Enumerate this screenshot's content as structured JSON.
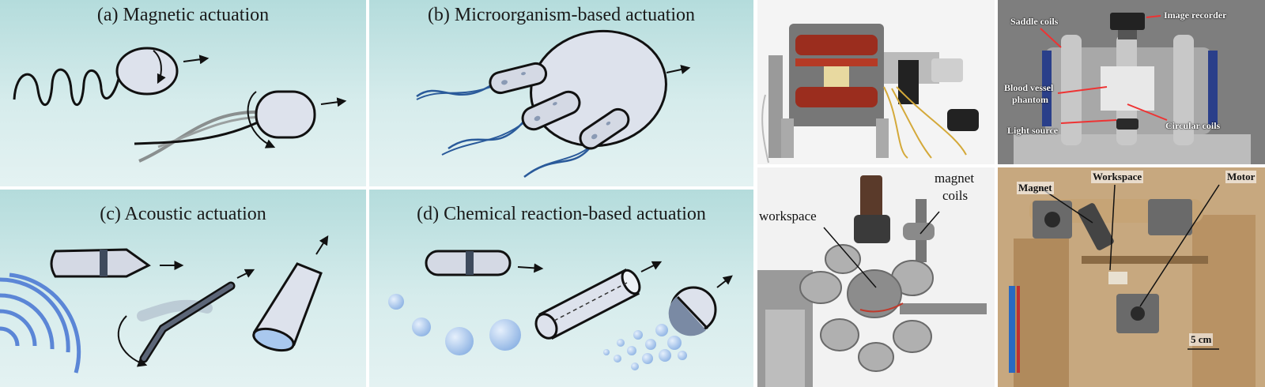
{
  "panels": {
    "a": {
      "title": "(a) Magnetic actuation"
    },
    "b": {
      "title": "(b) Microorganism-based actuation"
    },
    "c": {
      "title": "(c) Acoustic actuation"
    },
    "d": {
      "title": "(d) Chemical reaction-based actuation"
    }
  },
  "photos": {
    "saddle_rig": {
      "labels": {
        "saddle_coils": "Saddle coils",
        "image_recorder": "Image recorder",
        "blood_vessel": "Blood vessel",
        "phantom": "phantom",
        "light_source": "Light source",
        "circular_coils": "Circular coils"
      }
    },
    "coil_rig": {
      "labels": {
        "workspace": "workspace",
        "magnet": "magnet",
        "coils": "coils"
      }
    },
    "motor_rig": {
      "labels": {
        "magnet": "Magnet",
        "workspace": "Workspace",
        "motor": "Motor",
        "scale": "5 cm"
      }
    }
  },
  "colors": {
    "panel_bg": "#c6e4e4",
    "robot_fill": "#dde2ec",
    "helix_blue": "#2a5a9a",
    "wave_blue": "#5b86d6",
    "bubble_blue": "#a9c8ee"
  }
}
